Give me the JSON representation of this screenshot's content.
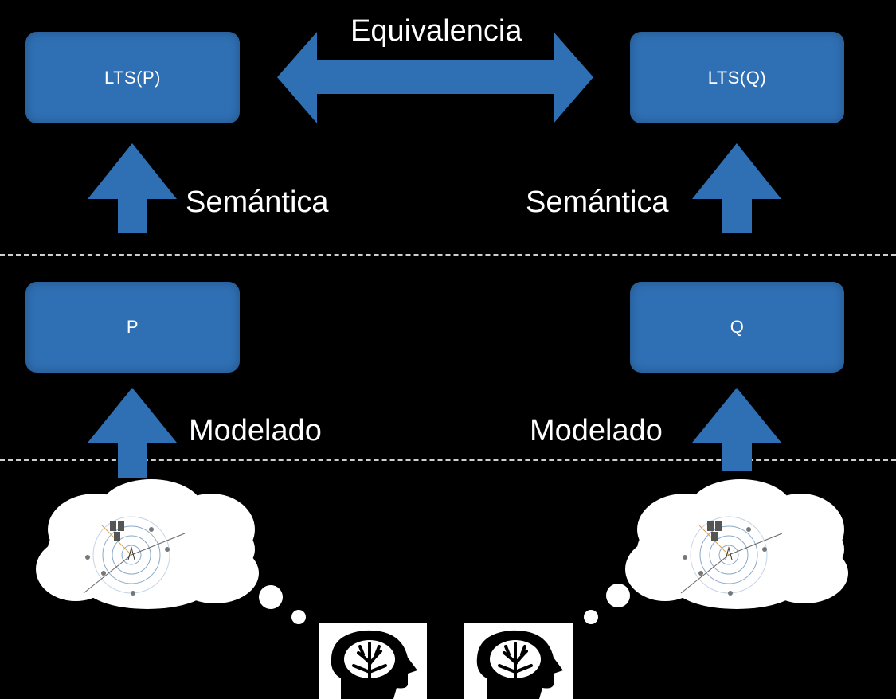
{
  "boxes": {
    "lts_p": "LTS(P)",
    "lts_q": "LTS(Q)",
    "p": "P",
    "q": "Q"
  },
  "labels": {
    "equivalencia": "Equivalencia",
    "semantica_left": "Semántica",
    "semantica_right": "Semántica",
    "modelado_left": "Modelado",
    "modelado_right": "Modelado"
  },
  "colors": {
    "box": "#2f6fb3",
    "arrow": "#2f6fb3",
    "background": "#000000",
    "divider": "#cfcfcf"
  },
  "icons": {
    "thought_clouds": "network-diagram-thought-cloud",
    "heads": "brain-head-icon"
  }
}
